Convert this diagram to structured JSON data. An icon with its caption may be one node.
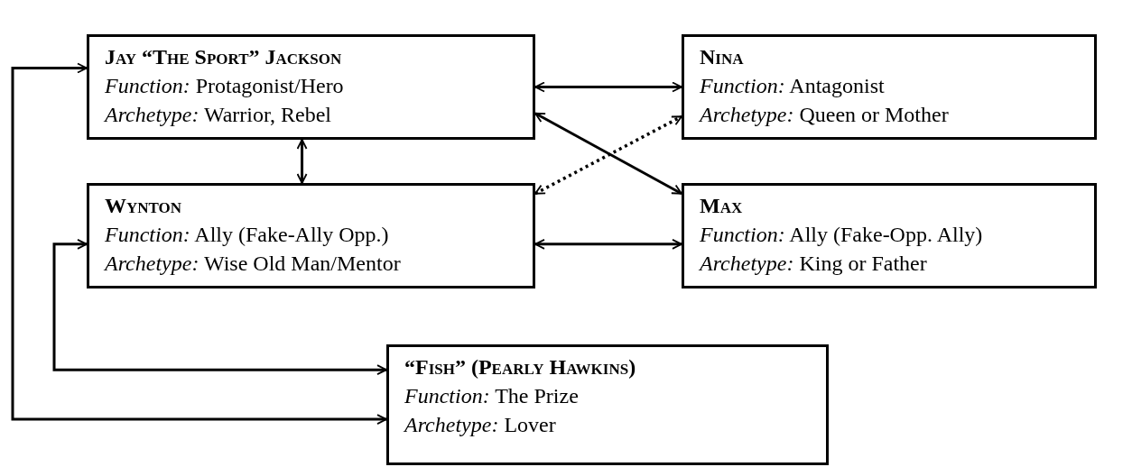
{
  "diagram": {
    "nodes": [
      {
        "text": [
          "Jay “The Sport” Jackson",
          "*Function:* Protagonist/Hero",
          "*Archetype:* Warrior, Rebel"
        ]
      },
      {
        "text": [
          "Nina",
          "*Function:* Antagonist",
          "*Archetype:* Queen or Mother"
        ]
      },
      {
        "text": [
          "Wynton",
          "*Function:* Ally (Fake-Ally Opp.)",
          "*Archetype:* Wise Old Man/Mentor"
        ]
      },
      {
        "text": [
          "Max",
          "*Function:* Ally (Fake-Opp. Ally)",
          "*Archetype:* King or Father"
        ]
      },
      {
        "text": [
          "“Fish” (Pearly Hawkins)",
          "*Function:* The Prize",
          "*Archetype:* Lover"
        ]
      }
    ],
    "edges": [
      {
        "from": 0,
        "to": 1,
        "arrow": "both"
      },
      {
        "from": 0,
        "to": 2,
        "arrow": "both"
      },
      {
        "from": 0,
        "to": 3,
        "arrow": "both"
      },
      {
        "from": 2,
        "to": 1,
        "arrow": "both",
        "style": "dashed"
      },
      {
        "from": 2,
        "to": 3,
        "arrow": "both"
      },
      {
        "from": 2,
        "to": 4,
        "arrow": "both"
      },
      {
        "from": 0,
        "to": 4,
        "arrow": "both"
      }
    ]
  }
}
